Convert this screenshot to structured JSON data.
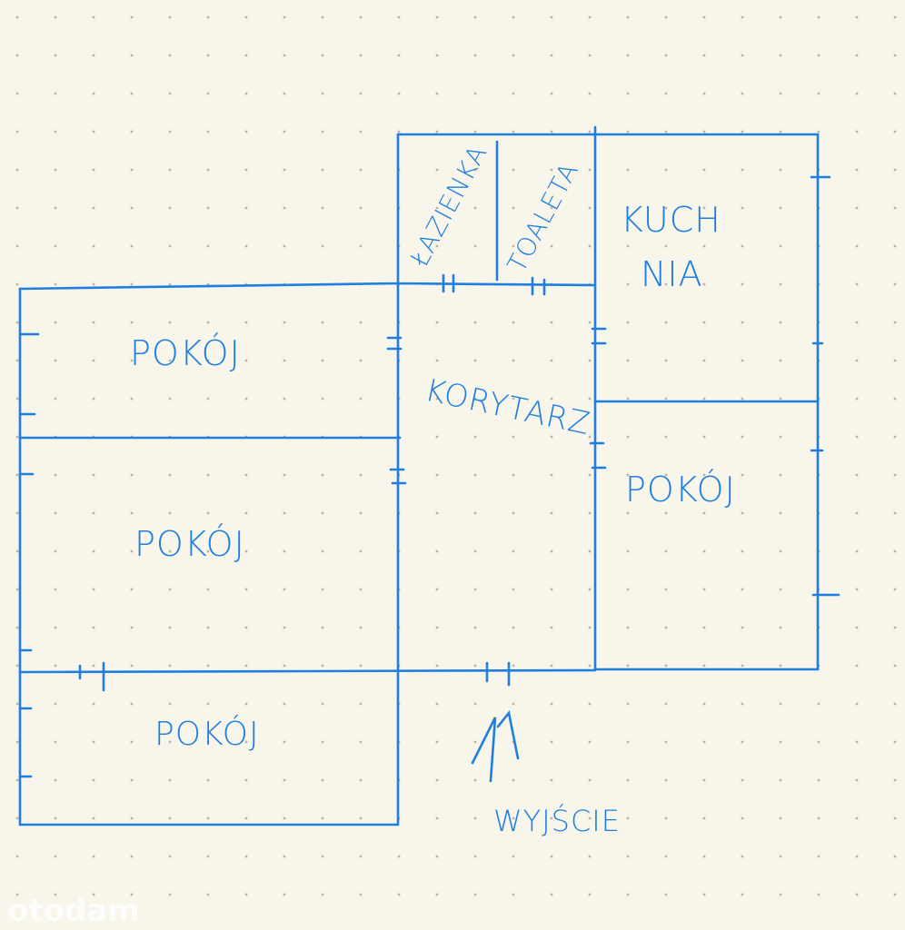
{
  "plan": {
    "rooms": {
      "bathroom": "ŁAZIENKA",
      "toilet": "TOALETA",
      "kitchen_line1": "KUCH",
      "kitchen_line2": "NIA",
      "room_top_left": "POKÓJ",
      "room_middle_left": "POKÓJ",
      "room_bottom_left": "POKÓJ",
      "room_right": "POKÓJ",
      "corridor": "KORYTARZ"
    },
    "exit_label": "WYJŚCIE",
    "accent_color": "#1f7fe0"
  },
  "watermark": "otodam"
}
